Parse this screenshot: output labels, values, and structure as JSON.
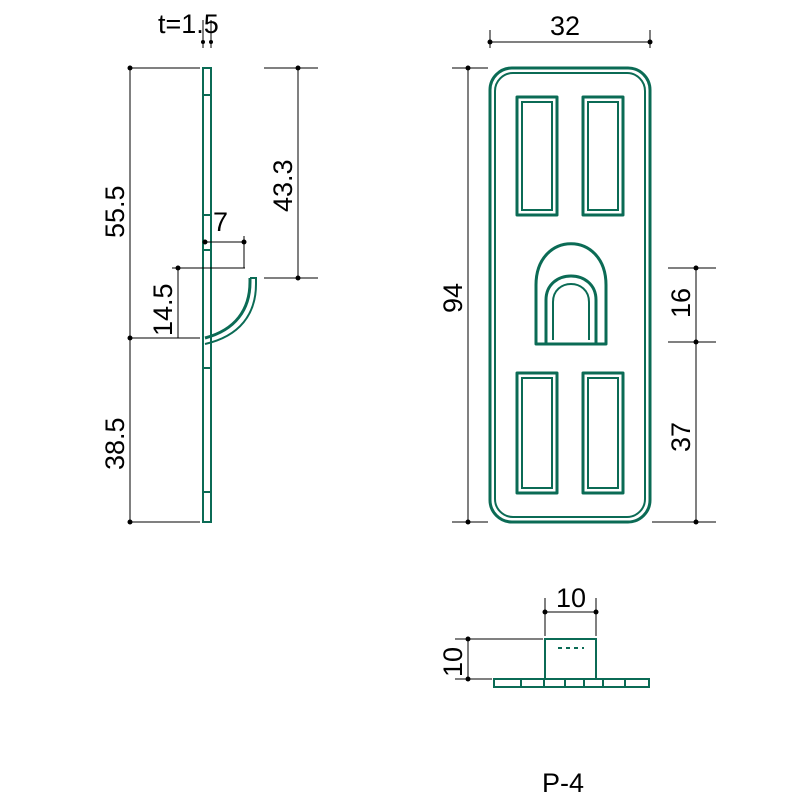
{
  "drawing": {
    "part_label": "P-4",
    "side_view": {
      "thickness": "t=1.5",
      "dim_top": "55.5",
      "dim_hook_to_top": "43.3",
      "dim_hook_depth": "7",
      "dim_hook_height": "14.5",
      "dim_bottom": "38.5"
    },
    "front_view": {
      "width": "32",
      "height": "94",
      "dim_hook_height": "16",
      "dim_hook_to_bottom": "37"
    },
    "bottom_view": {
      "width": "10",
      "height": "10"
    }
  },
  "colors": {
    "part_stroke": "#0b6b55",
    "dimension_stroke": "#000000"
  }
}
